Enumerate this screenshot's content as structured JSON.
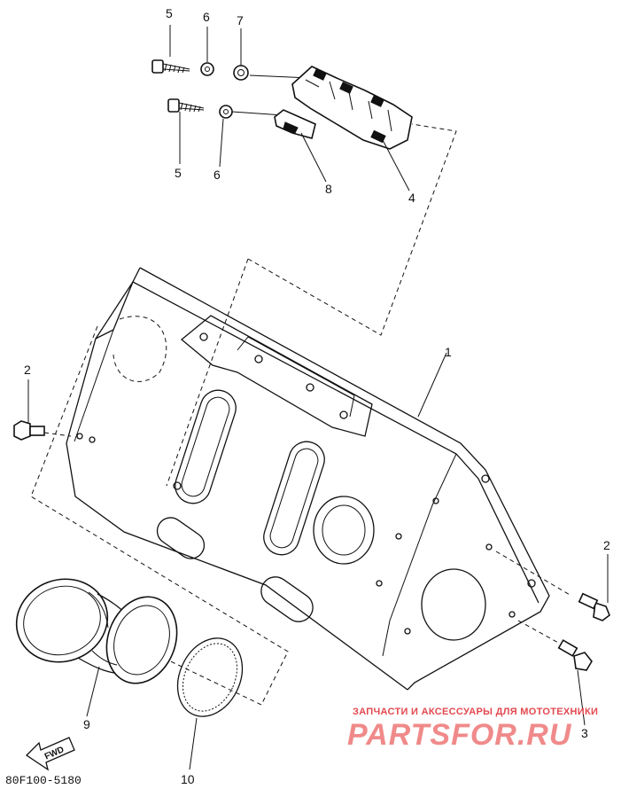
{
  "diagram": {
    "callouts": {
      "c1": "1",
      "c2_left": "2",
      "c2_right": "2",
      "c3": "3",
      "c4": "4",
      "c5_top": "5",
      "c5_mid": "5",
      "c6_top": "6",
      "c6_mid": "6",
      "c7": "7",
      "c8": "8",
      "c9": "9",
      "c10": "10"
    },
    "drawing_code": "80F100-5180",
    "fwd_label": "FWD"
  },
  "watermark": {
    "caption": "ЗАПЧАСТИ И АКСЕССУАРЫ ДЛЯ МОТОТЕХНИКИ",
    "logo_text": "PARTSFOR.RU",
    "caption_color": "#e2494f",
    "logo_color": "#f08a8a"
  }
}
